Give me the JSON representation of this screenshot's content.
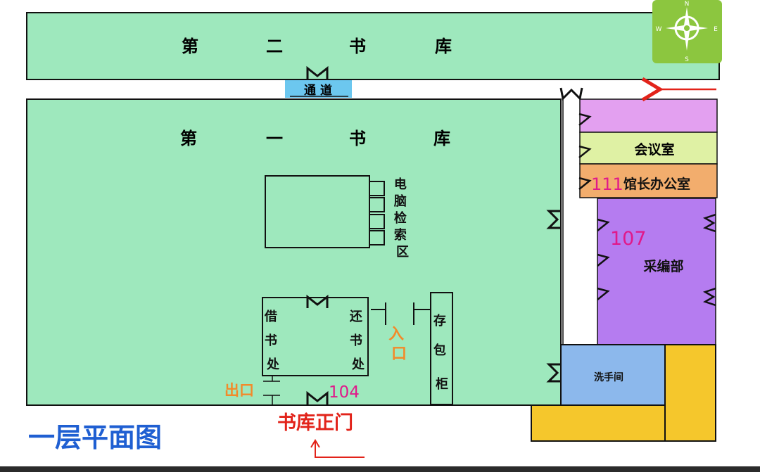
{
  "floor_title": "一层平面图",
  "main_door": "书库正门",
  "exit_label": "出口",
  "entrance_label": "入口",
  "rooms": {
    "stack2_chars": [
      "第",
      "二",
      "书",
      "库"
    ],
    "stack1_chars": [
      "第",
      "一",
      "书",
      "库"
    ],
    "passage": "通 道",
    "computer_area": "电脑检索区",
    "borrow_desk": "借书处",
    "return_desk": "还书处",
    "locker": "存包柜",
    "meeting_room": "会议室",
    "director_office": "馆长办公室",
    "director_office_no": "111",
    "acquisition_dept": "采编部",
    "acquisition_no": "107",
    "washroom": "洗手间",
    "entrance_no": "104"
  },
  "compass": {
    "n": "N",
    "s": "S",
    "e": "E",
    "w": "W"
  },
  "colors": {
    "stack_fill": "#9ee8bd",
    "passage_fill": "#6cc7ef",
    "pink_room": "#e3a0f0",
    "meeting_fill": "#dff1a4",
    "office_fill": "#f2ad6d",
    "acq_fill": "#b57cf0",
    "wash_fill": "#8cb8ec",
    "yellow_block": "#f5c72c",
    "compass_bg": "#8cc63f",
    "title_blue": "#1f5fd2",
    "door_red": "#e2231a",
    "orange_label": "#f28a2a",
    "magenta_num": "#e0198a"
  }
}
